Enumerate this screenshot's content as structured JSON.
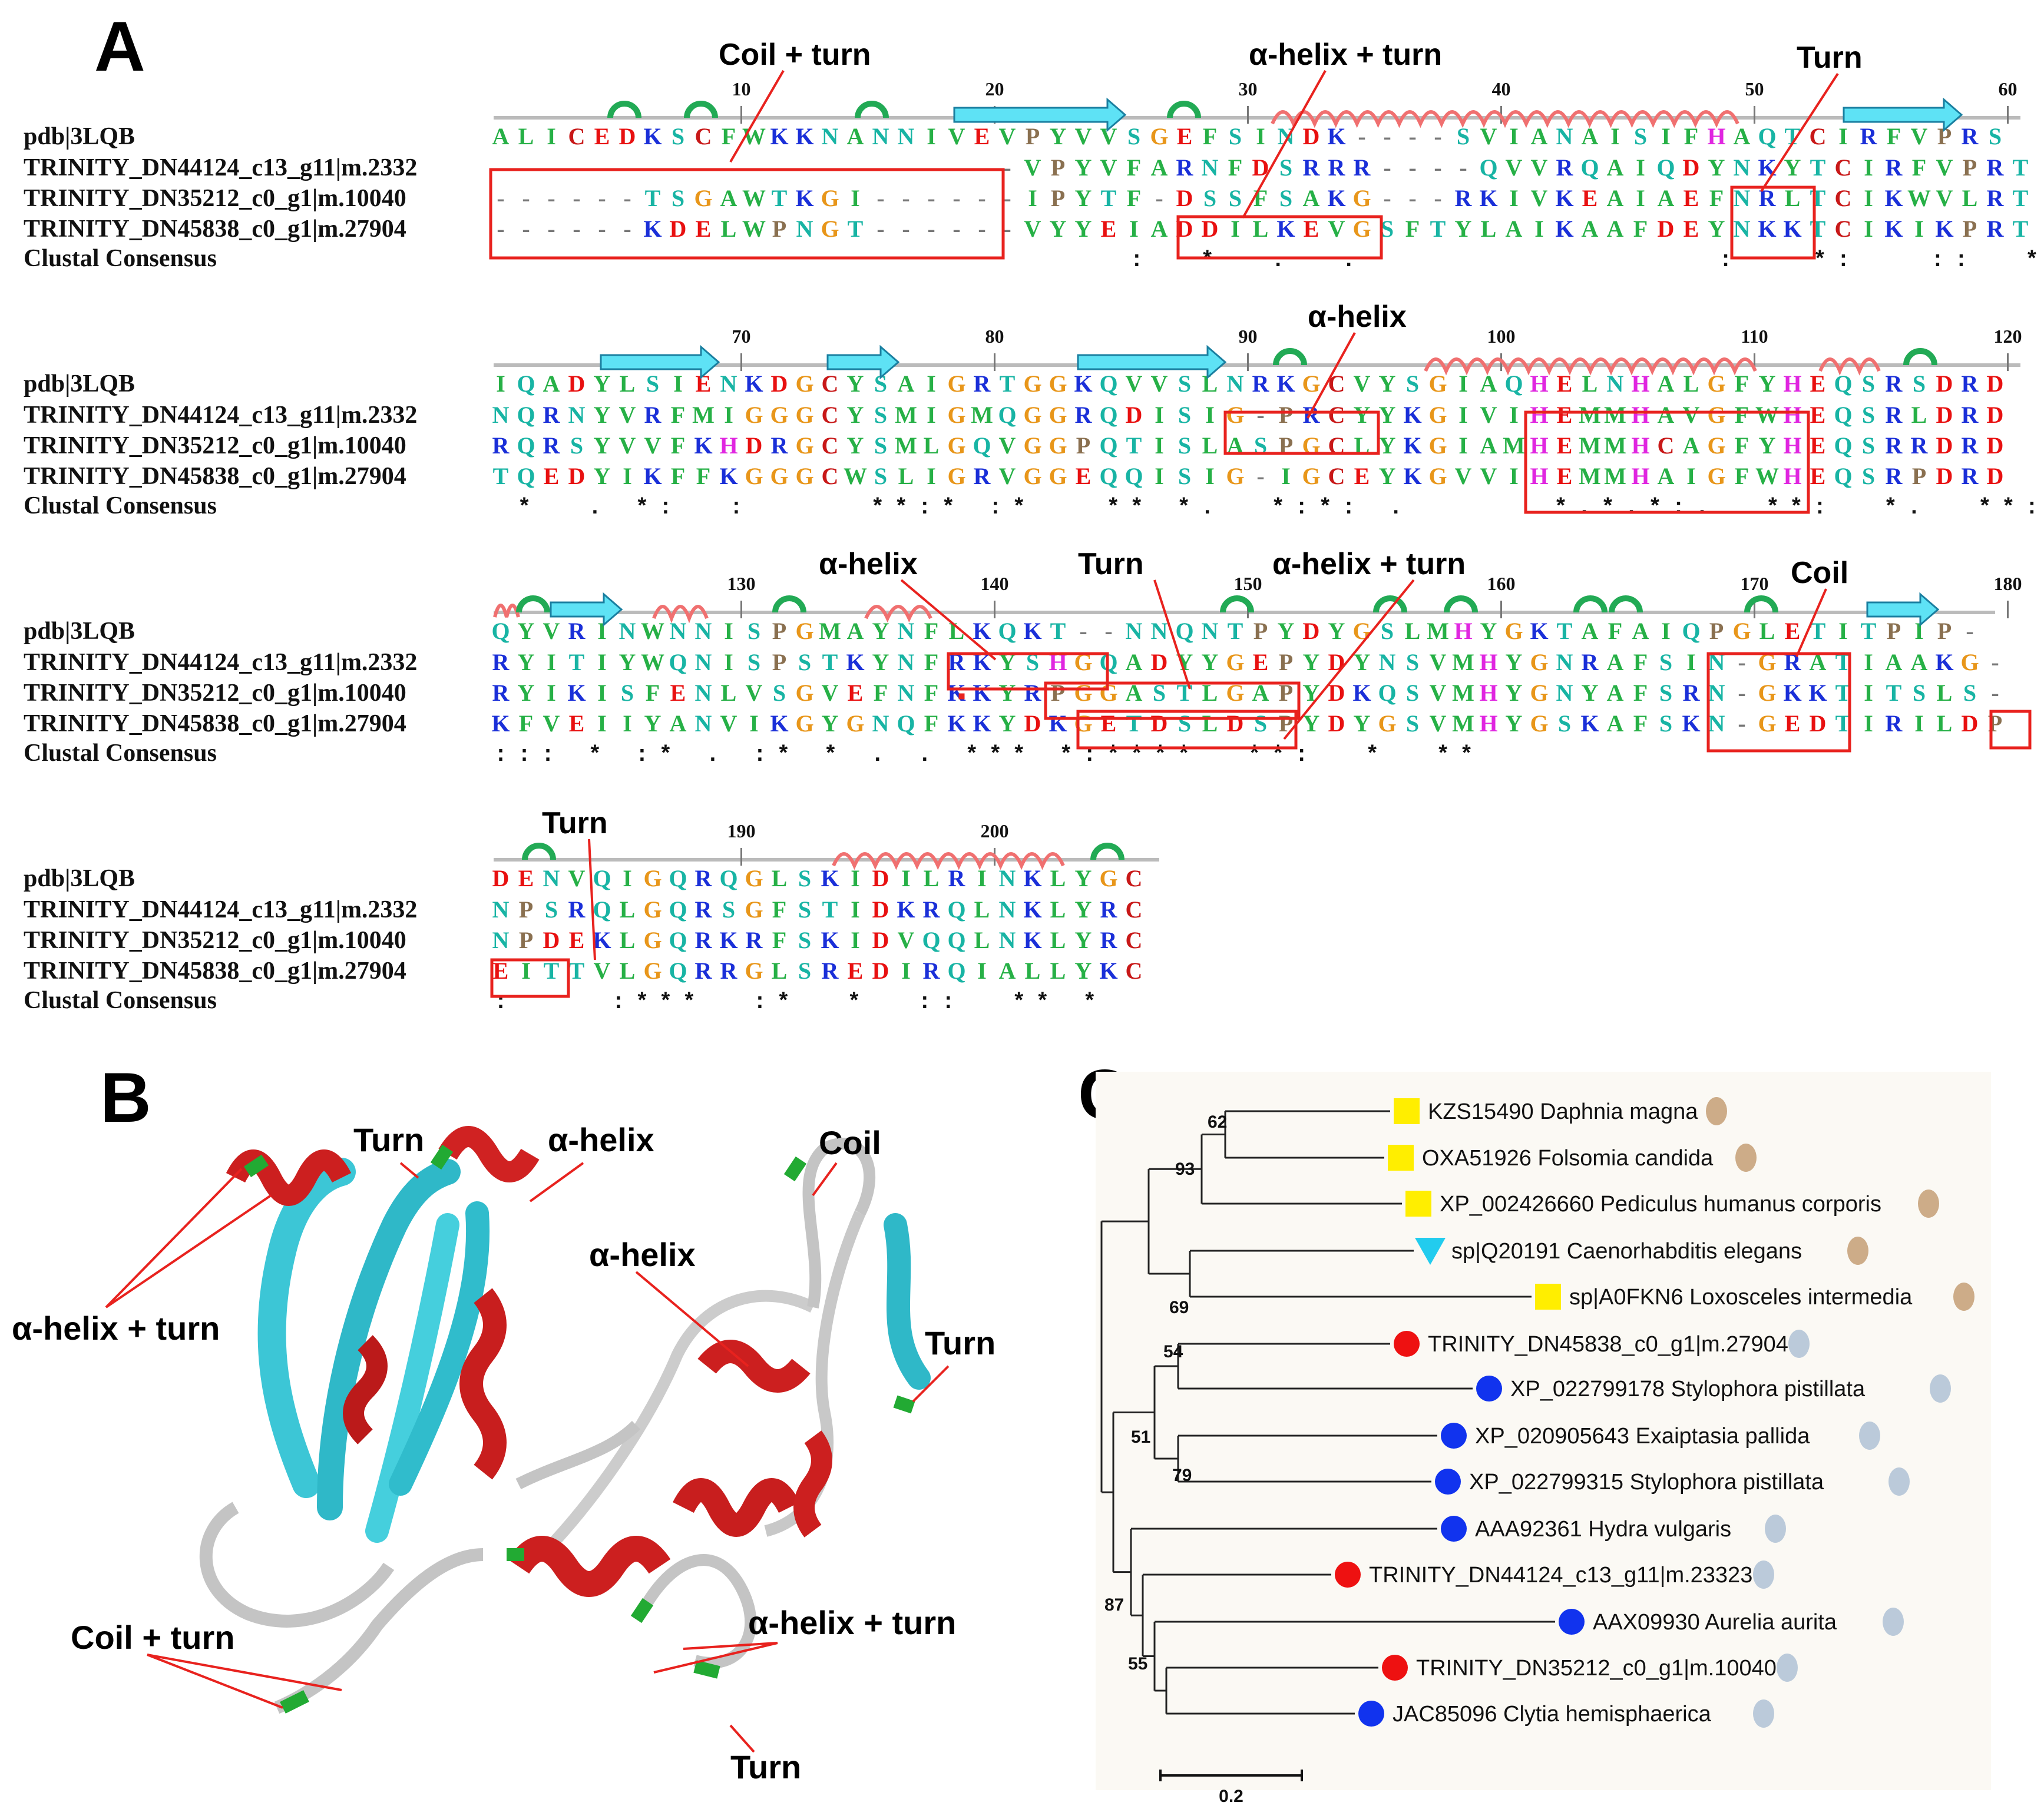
{
  "panels": {
    "a": "A",
    "b": "B",
    "c": "C"
  },
  "alignment": {
    "row_labels": [
      "pdb|3LQB",
      "TRINITY_DN44124_c13_g11|m.2332",
      "TRINITY_DN35212_c0_g1|m.10040",
      "TRINITY_DN45838_c0_g1|m.27904",
      "Clustal Consensus"
    ],
    "blocks": [
      {
        "numbers": [
          "10",
          "20",
          "30",
          "40",
          "50",
          "60"
        ],
        "rows": [
          "ALICEDKSCFWKKNANNIVEVPYVVSGEFSINDK----SVIANAISIFHAQTCIRFVPRS",
          "---------------------VPYVFARNFDSRRR----QVVRQAIQDYNKYTCIRFVPRT",
          "------TSGAWTKGI------IPYTF-DSSFSAKG---RKIVKEAIAEFNRLTCIKWVLRT",
          "------KDELWPNGT------VYYEIADDILKEVGSFTYLAIKAAFDEYNKKTCIKIKPRT"
        ],
        "consensus": "                           :  *  .  .               :   *:   ::  ***:     *:"
      },
      {
        "numbers": [
          "70",
          "80",
          "90",
          "100",
          "110",
          "120"
        ],
        "rows": [
          "IQADYLSIENKDGCYSAIGRTGGKQVVSLNRKGCVYSGIAQHELNHALGFYHEQSRSDRD",
          "NQRNYVRFMIGGGCYSMIGMQGGRQDISIG-PRCYYKGIVIHEMMHAVGFWHEQSRLDRD",
          "RQRSYVVFKHDRGCYSMLGQVGGPQTISLASPGCLYKGIAMHEMMHCAGFYHEQSRRDRD",
          "TQEDYIKFFKGGGCWSLIGRVGGEQQISIG-IGCEYKGVVIHEMMHAIGFWHEQSRPDRD"
        ],
        "consensus": " *  . *:  :     **:* :*   ** *.  *:*: .      *.*.*:.  **:  *.  **:*****  ***"
      },
      {
        "numbers": [
          "130",
          "140",
          "150",
          "160",
          "170",
          "180"
        ],
        "rows": [
          "QYVRINWNNISPGMAYNFLKQKT--NNQNTPYDYGSLMHYGKTAFAIQPGLETITPIP-",
          "RYITIYWQNISPSTKYNFRKYSHGQADYYGEPYDYNSVMHYGNRAFSIN-GRATIAAKG-",
          "RYIKISFENLVSGVEFNFKKYRPGGASTLGAPYDKQSVMHYGNYAFSRN-GKKTITSLS-",
          "KFVEIIYANVIKGYGNQFKKYDKGETDSLDSPYDYGSVMHYGSKAFSKN-GEDTIRILDP"
        ],
        "consensus": "::: * :* . :* * . . *** *:****  **:  *  **"
      },
      {
        "numbers": [
          "190",
          "200"
        ],
        "rows": [
          "DENVQIGQRQGLSKIDILRINKLYGC",
          "NPSRQLGQRSGFSTIDKRQLNKLYRC",
          "NPDEKLGQRKRFSKIDVQQLNKLYRC",
          "EITTVLGQRRGLSREDIRQIALLYKC"
        ],
        "consensus": ":    :***  :*  *  ::  ** *"
      }
    ],
    "annotations": [
      "Coil + turn",
      "α-helix + turn",
      "Turn",
      "α-helix",
      "α-helix",
      "Turn",
      "α-helix + turn",
      "Coil",
      "Turn"
    ]
  },
  "structure_labels": [
    "Turn",
    "α-helix",
    "Coil",
    "α-helix + turn",
    "α-helix",
    "Turn",
    "Coil + turn",
    "α-helix + turn",
    "Turn"
  ],
  "tree": {
    "scale_label": "0.2",
    "bootstrap": [
      "62",
      "93",
      "69",
      "54",
      "51",
      "79",
      "87",
      "55"
    ],
    "taxa": [
      {
        "label": "KZS15490 Daphnia magna",
        "marker": "square",
        "color": "#ffee00"
      },
      {
        "label": "OXA51926 Folsomia candida",
        "marker": "square",
        "color": "#ffee00"
      },
      {
        "label": "XP_002426660 Pediculus humanus corporis",
        "marker": "square",
        "color": "#ffee00"
      },
      {
        "label": "sp|Q20191 Caenorhabditis elegans",
        "marker": "triangle",
        "color": "#22ccee"
      },
      {
        "label": "sp|A0FKN6 Loxosceles intermedia",
        "marker": "square",
        "color": "#ffee00"
      },
      {
        "label": "TRINITY_DN45838_c0_g1|m.27904",
        "marker": "circle",
        "color": "#ee1111"
      },
      {
        "label": "XP_022799178 Stylophora pistillata",
        "marker": "circle",
        "color": "#1133ee"
      },
      {
        "label": "XP_020905643 Exaiptasia pallida",
        "marker": "circle",
        "color": "#1133ee"
      },
      {
        "label": "XP_022799315 Stylophora pistillata",
        "marker": "circle",
        "color": "#1133ee"
      },
      {
        "label": "AAA92361 Hydra vulgaris",
        "marker": "circle",
        "color": "#1133ee"
      },
      {
        "label": "TRINITY_DN44124_c13_g11|m.23323",
        "marker": "circle",
        "color": "#ee1111"
      },
      {
        "label": "AAX09930 Aurelia aurita",
        "marker": "circle",
        "color": "#1133ee"
      },
      {
        "label": "TRINITY_DN35212_c0_g1|m.10040",
        "marker": "circle",
        "color": "#ee1111"
      },
      {
        "label": "JAC85096 Clytia hemisphaerica",
        "marker": "circle",
        "color": "#1133ee"
      }
    ]
  },
  "colors": {
    "helix": "#e03030",
    "strand": "#40e0f0",
    "turn": "#22aa55",
    "coil": "#b8b8b8",
    "box": "#e8221e"
  }
}
